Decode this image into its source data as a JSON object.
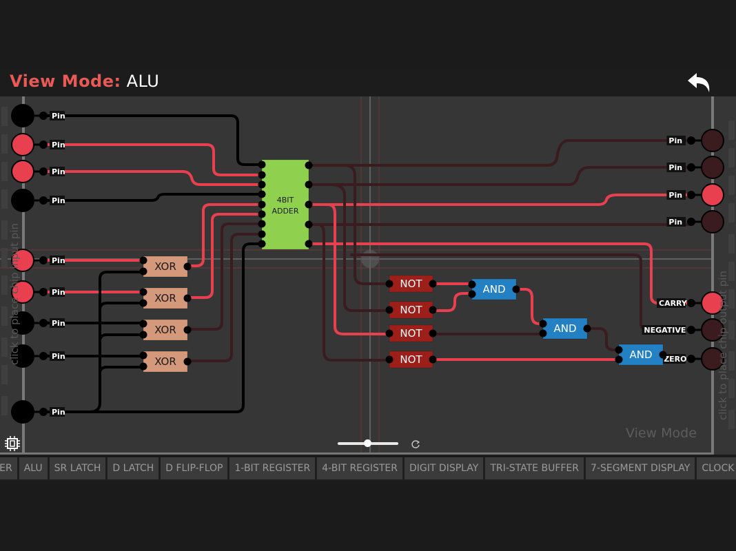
{
  "header": {
    "mode_label": "View Mode:",
    "mode_value": "ALU",
    "back_icon": "undo-arrow-icon"
  },
  "colors": {
    "on": "#e8404f",
    "off_input": "#000000",
    "off_output": "#3a1c1e",
    "adder": "#8fd14f",
    "xor": "#d4987a",
    "not": "#9c1f1a",
    "and": "#2380c3",
    "title_accent": "#e85a55"
  },
  "side_hints": {
    "left": "click to place chip input pin",
    "right": "click to place chip output pin"
  },
  "inputs": [
    {
      "label": "Pin",
      "state": "off"
    },
    {
      "label": "Pin",
      "state": "on"
    },
    {
      "label": "Pin",
      "state": "on"
    },
    {
      "label": "Pin",
      "state": "off"
    },
    {
      "label": "Pin",
      "state": "on"
    },
    {
      "label": "Pin",
      "state": "on"
    },
    {
      "label": "Pin",
      "state": "off"
    },
    {
      "label": "Pin",
      "state": "off"
    },
    {
      "label": "Pin",
      "state": "off"
    }
  ],
  "outputs": [
    {
      "label": "Pin",
      "state": "off"
    },
    {
      "label": "Pin",
      "state": "off"
    },
    {
      "label": "Pin",
      "state": "on"
    },
    {
      "label": "Pin",
      "state": "off"
    },
    {
      "label": "CARRY",
      "state": "on"
    },
    {
      "label": "NEGATIVE",
      "state": "off"
    },
    {
      "label": "ZERO",
      "state": "off"
    }
  ],
  "chips": {
    "adder": {
      "label_line1": "4BIT",
      "label_line2": "ADDER"
    },
    "xor": [
      "XOR",
      "XOR",
      "XOR",
      "XOR"
    ],
    "not": [
      "NOT",
      "NOT",
      "NOT",
      "NOT"
    ],
    "and": [
      "AND",
      "AND",
      "AND"
    ]
  },
  "footer": {
    "watermark": "View Mode",
    "zoom_slider_value": 0.5,
    "chip_icon": "chip-icon",
    "reset_icon": "refresh-icon"
  },
  "tabs": [
    "ADDER",
    "ALU",
    "SR LATCH",
    "D LATCH",
    "D FLIP-FLOP",
    "1-BIT REGISTER",
    "4-BIT REGISTER",
    "DIGIT DISPLAY",
    "TRI-STATE BUFFER",
    "7-SEGMENT DISPLAY",
    "CLOCK"
  ]
}
